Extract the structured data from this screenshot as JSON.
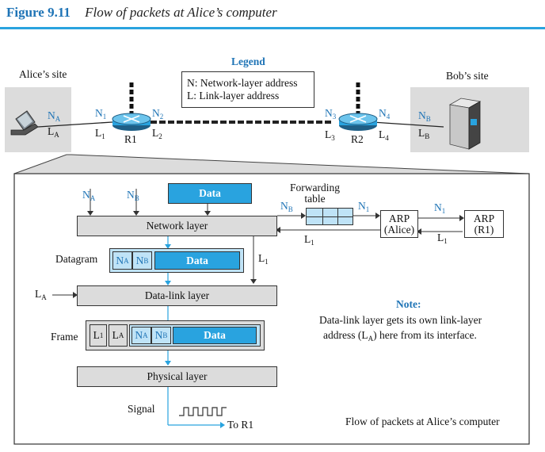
{
  "figure": {
    "number": "Figure 9.11",
    "title": "Flow of packets at Alice’s computer"
  },
  "top": {
    "alice_site": "Alice’s site",
    "bob_site": "Bob’s site",
    "legend": {
      "title": "Legend",
      "line1": "N: Network-layer address",
      "line2": "L: Link-layer address"
    },
    "routers": {
      "r1": "R1",
      "r2": "R2"
    },
    "addr": {
      "N": "N",
      "L": "L",
      "A": "A",
      "B": "B",
      "s1": "1",
      "s2": "2",
      "s3": "3",
      "s4": "4"
    }
  },
  "detail": {
    "data": "Data",
    "network_layer": "Network layer",
    "datagram": "Datagram",
    "datalink_layer": "Data-link layer",
    "frame": "Frame",
    "physical_layer": "Physical layer",
    "signal": "Signal",
    "to_r1": "To R1",
    "forwarding_table_line1": "Forwarding",
    "forwarding_table_line2": "table",
    "arp_alice_1": "ARP",
    "arp_alice_2": "(Alice)",
    "arp_r1_1": "ARP",
    "arp_r1_2": "(R1)",
    "note_title": "Note:",
    "note_line1": "Data-link layer gets its own link-layer",
    "note_line2_pre": "address (L",
    "note_line2_post": ") here from its interface.",
    "caption": "Flow of packets at Alice’s computer"
  },
  "colors": {
    "accent": "#1f74b6",
    "cyan": "#29a3df",
    "light": "#bfe3f7",
    "gray": "#dcdcdc"
  }
}
